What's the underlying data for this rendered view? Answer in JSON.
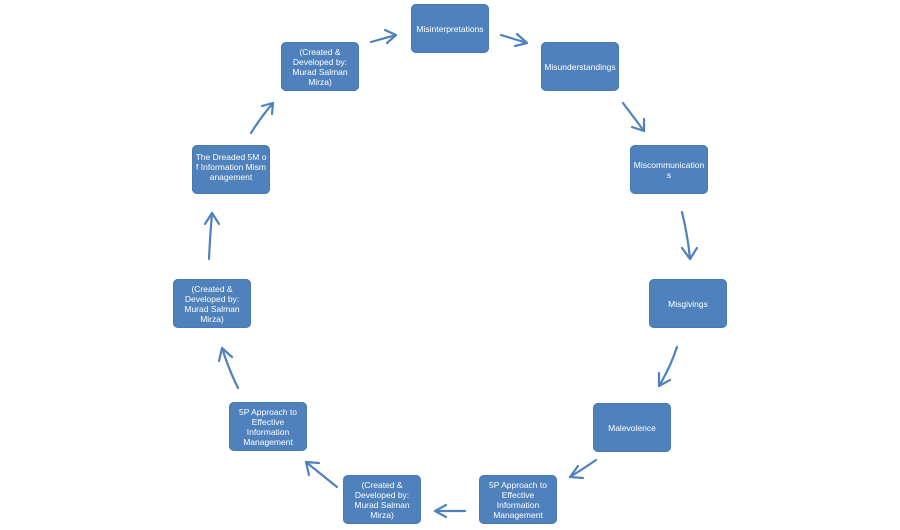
{
  "diagram": {
    "type": "cycle",
    "colors": {
      "node_fill": "#4f81bd",
      "node_text": "#ffffff",
      "arrow": "#4f81bd",
      "background": "#ffffff"
    },
    "nodes": [
      {
        "id": "n1",
        "text": "Misinterpretations"
      },
      {
        "id": "n2",
        "text": "Misunderstandings"
      },
      {
        "id": "n3",
        "text": "Miscommunications"
      },
      {
        "id": "n4",
        "text": "Misgivings"
      },
      {
        "id": "n5",
        "text": "Malevolence"
      },
      {
        "id": "n6",
        "text": "5P Approach  to Effective Information Management"
      },
      {
        "id": "n7",
        "text": "(Created  &  Developed  by: Murad  Salman Mirza)"
      },
      {
        "id": "n8",
        "text": "5P Approach  to Effective Information Management"
      },
      {
        "id": "n9",
        "text": "(Created  &  Developed  by: Murad  Salman Mirza)"
      },
      {
        "id": "n10",
        "text": "The Dreaded 5M of Information Mismanagement"
      },
      {
        "id": "n11",
        "text": "(Created  &  Developed  by: Murad  Salman Mirza)"
      }
    ]
  }
}
